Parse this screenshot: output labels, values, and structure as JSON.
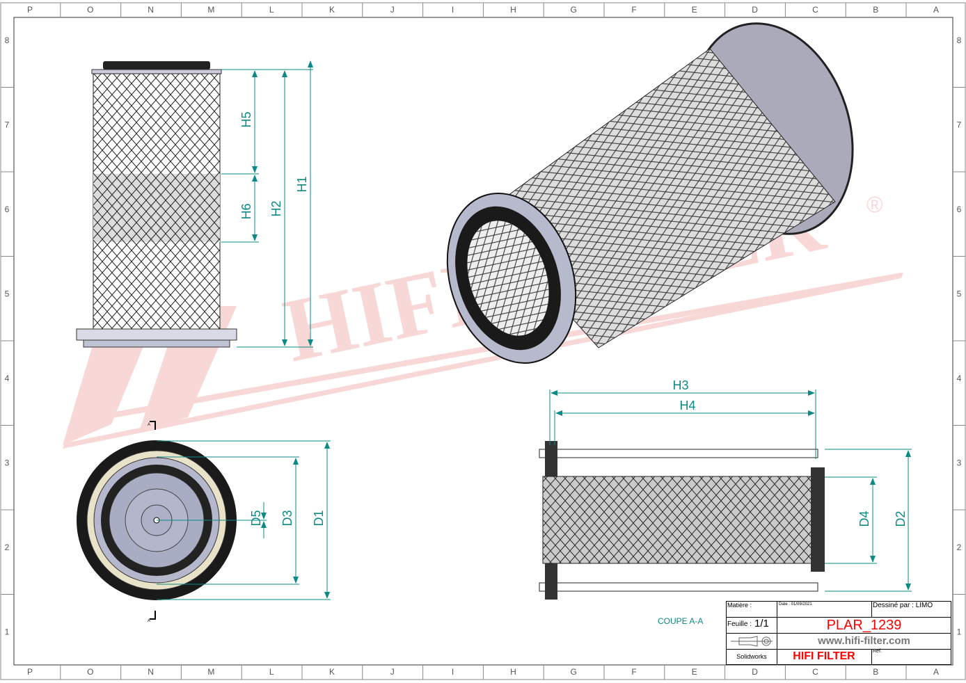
{
  "frame": {
    "columns": [
      "P",
      "O",
      "N",
      "M",
      "L",
      "K",
      "J",
      "I",
      "H",
      "G",
      "F",
      "E",
      "D",
      "C",
      "B",
      "A"
    ],
    "rows": [
      "8",
      "7",
      "6",
      "5",
      "4",
      "3",
      "2",
      "1"
    ]
  },
  "watermark": {
    "text": "HIFI FILTER",
    "mark": "®",
    "color": "#f4b8b8"
  },
  "dimensions": {
    "side_view": [
      "H5",
      "H6",
      "H2",
      "H1"
    ],
    "end_view": [
      "D5",
      "D3",
      "D1"
    ],
    "section_view": [
      "H3",
      "H4",
      "D4",
      "D2"
    ]
  },
  "section_label": "COUPE A-A",
  "section_markers": [
    "A",
    "A"
  ],
  "dimension_color": "#0a8a86",
  "title_block": {
    "matiere_label": "Matière :",
    "date_label": "Date : 01/09/2021",
    "drawn_by": "Dessiné par : LIMO",
    "sheet_label": "Feuille :",
    "sheet_value": "1/1",
    "part_number": "PLAR_1239",
    "website": "www.hifi-filter.com",
    "software": "Solidworks",
    "brand": "HIFI FILTER",
    "ref_label": "Ref.",
    "accent": "#ff0000"
  }
}
